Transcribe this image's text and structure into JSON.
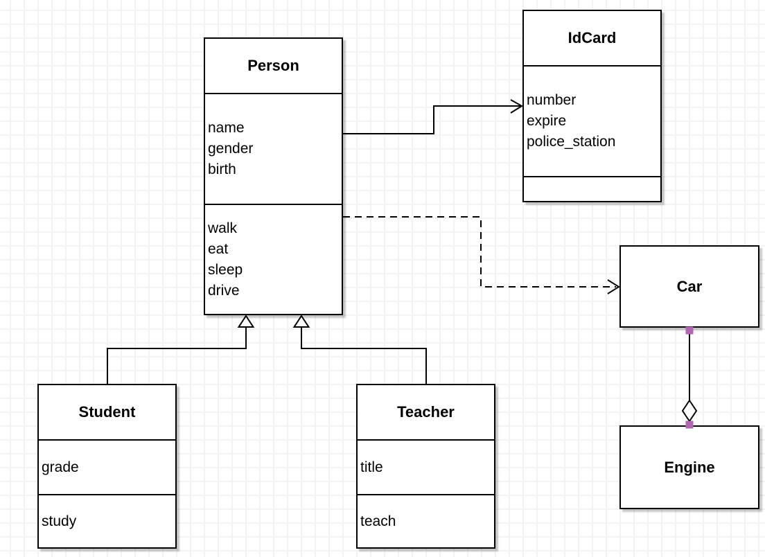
{
  "diagram": {
    "kind": "uml-class-diagram",
    "background": "grid-canvas"
  },
  "colors": {
    "stroke": "#000000",
    "class_fill": "#ffffff",
    "shadow": "#c8c8c8",
    "grid_line": "#f3f3f3",
    "endpoint_marker": "#b266b2"
  },
  "classes": [
    {
      "id": "person",
      "name": "Person",
      "attributes": [
        "name",
        "gender",
        "birth"
      ],
      "methods": [
        "walk",
        "eat",
        "sleep",
        "drive"
      ]
    },
    {
      "id": "idcard",
      "name": "IdCard",
      "attributes": [
        "number",
        "expire",
        "police_station"
      ],
      "methods": []
    },
    {
      "id": "car",
      "name": "Car",
      "attributes": [],
      "methods": []
    },
    {
      "id": "engine",
      "name": "Engine",
      "attributes": [],
      "methods": []
    },
    {
      "id": "student",
      "name": "Student",
      "attributes": [
        "grade"
      ],
      "methods": [
        "study"
      ]
    },
    {
      "id": "teacher",
      "name": "Teacher",
      "attributes": [
        "title"
      ],
      "methods": [
        "teach"
      ]
    }
  ],
  "relationships": [
    {
      "from": "Person",
      "to": "IdCard",
      "type": "association",
      "line": "solid",
      "arrow": "open-arrow"
    },
    {
      "from": "Person",
      "to": "Car",
      "type": "dependency",
      "line": "dashed",
      "arrow": "open-arrow"
    },
    {
      "from": "Student",
      "to": "Person",
      "type": "generalization",
      "line": "solid",
      "arrow": "hollow-triangle"
    },
    {
      "from": "Teacher",
      "to": "Person",
      "type": "generalization",
      "line": "solid",
      "arrow": "hollow-triangle"
    },
    {
      "from": "Car",
      "to": "Engine",
      "type": "aggregation",
      "line": "solid",
      "arrow": "hollow-diamond",
      "endpoint_markers": "purple-squares"
    }
  ]
}
